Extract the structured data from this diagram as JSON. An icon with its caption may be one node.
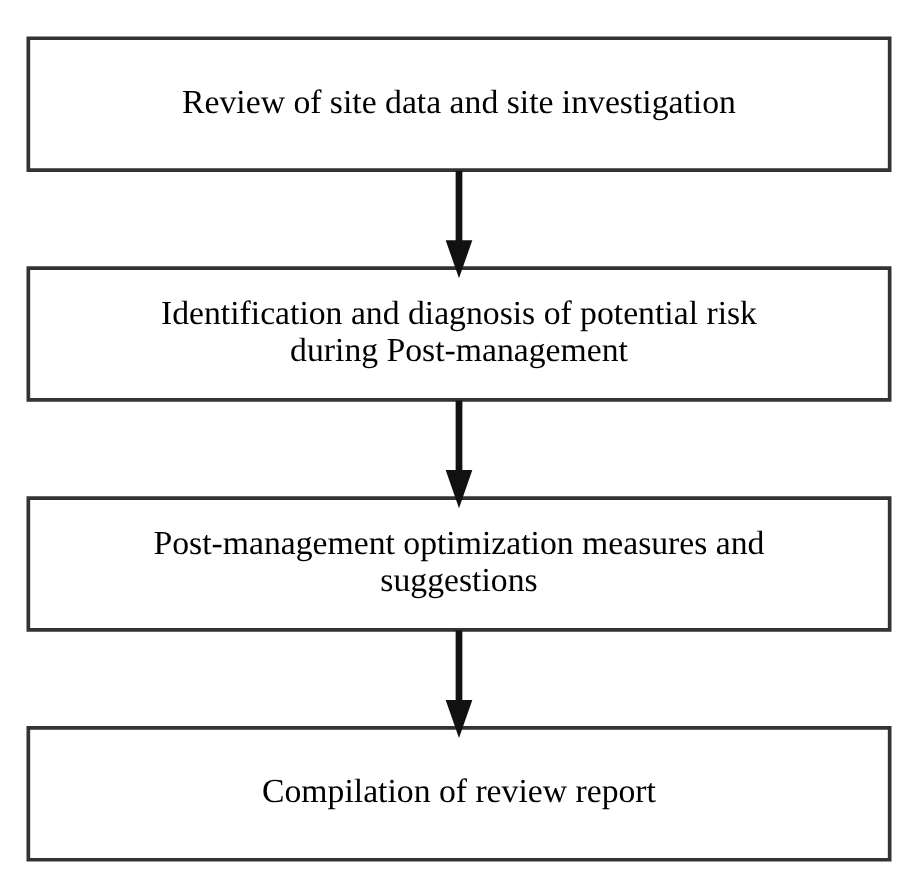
{
  "diagram": {
    "nodes": [
      {
        "text": [
          "Review of site data and site investigation"
        ]
      },
      {
        "text": [
          "Identification and diagnosis of potential risk during Post-management"
        ]
      },
      {
        "text": [
          "Post-management optimization measures and suggestions"
        ]
      },
      {
        "text": [
          "Compilation of review report"
        ]
      }
    ],
    "edges": [
      {
        "from": 0,
        "to": 1,
        "arrow": "to"
      },
      {
        "from": 1,
        "to": 2,
        "arrow": "to"
      },
      {
        "from": 2,
        "to": 3,
        "arrow": "to"
      }
    ]
  }
}
